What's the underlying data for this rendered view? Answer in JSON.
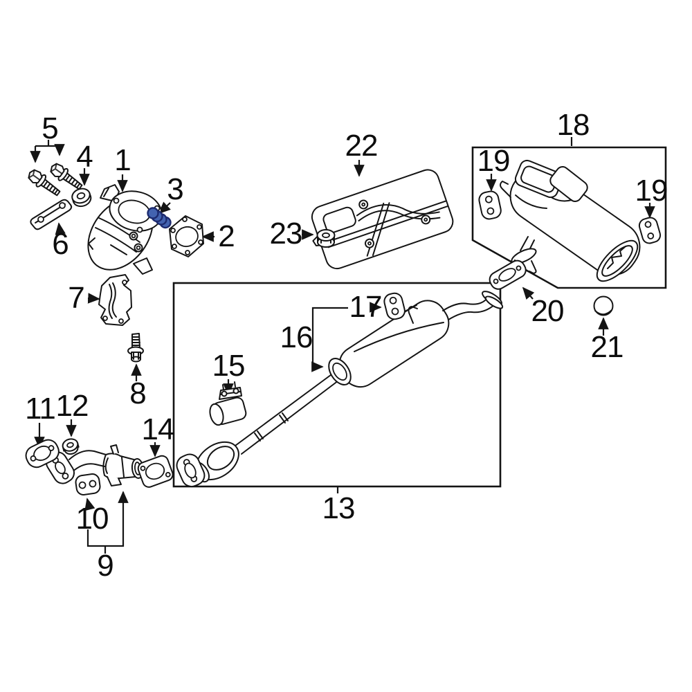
{
  "diagram": {
    "type": "exploded-parts-diagram",
    "subject": "exhaust-system",
    "background": "#ffffff",
    "line_color": "#141414",
    "highlight": {
      "part": "3",
      "fill": "#4363b0"
    },
    "callouts": {
      "n1": "1",
      "n2": "2",
      "n3": "3",
      "n4": "4",
      "n5": "5",
      "n6": "6",
      "n7": "7",
      "n8": "8",
      "n9": "9",
      "n10": "10",
      "n11": "11",
      "n12": "12",
      "n13": "13",
      "n14": "14",
      "n15": "15",
      "n16": "16",
      "n17": "17",
      "n18": "18",
      "n19a": "19",
      "n19b": "19",
      "n20": "20",
      "n21": "21",
      "n22": "22",
      "n23": "23"
    }
  }
}
